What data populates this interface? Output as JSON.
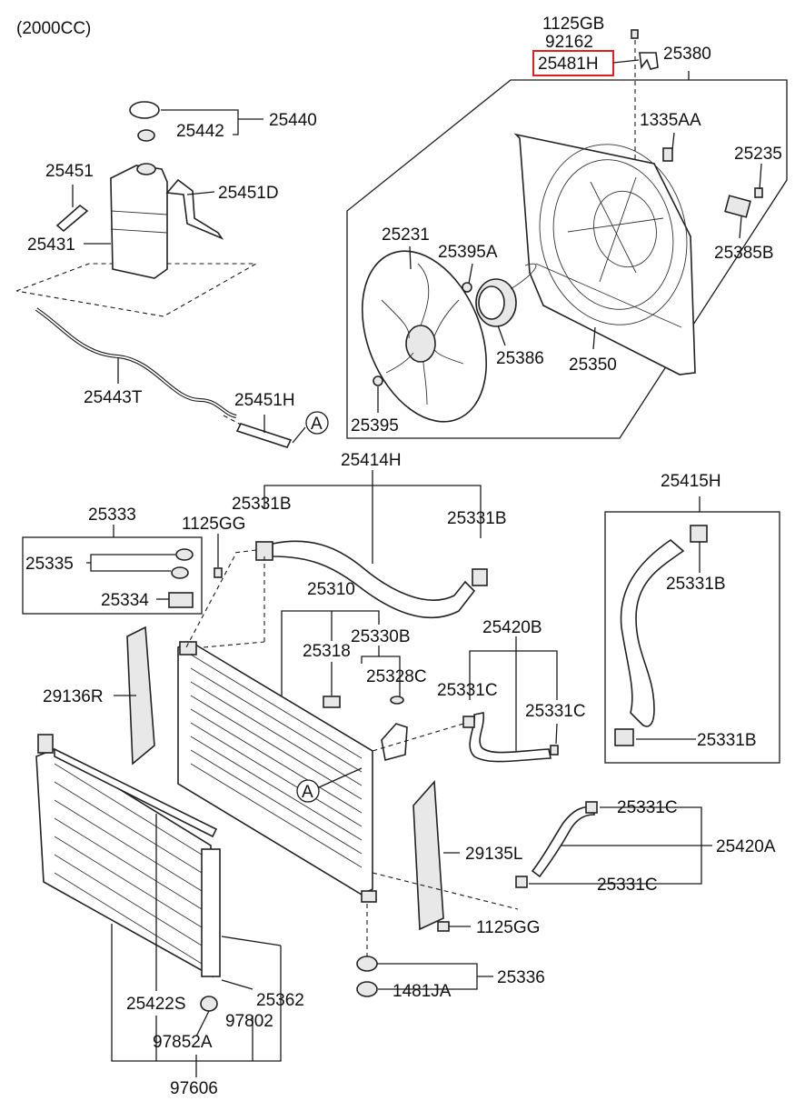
{
  "header": {
    "engine": "(2000CC)"
  },
  "highlight_color": "#e02020",
  "ref_marker": "A",
  "labels": {
    "p1125GB": "1125GB",
    "p92162": "92162",
    "p25481H": "25481H",
    "p25380": "25380",
    "p25440": "25440",
    "p25442": "25442",
    "p1335AA": "1335AA",
    "p25235": "25235",
    "p25451": "25451",
    "p25451D": "25451D",
    "p25431": "25431",
    "p25231": "25231",
    "p25395A": "25395A",
    "p25385B": "25385B",
    "p25386": "25386",
    "p25350": "25350",
    "p25443T": "25443T",
    "p25451H": "25451H",
    "p25395": "25395",
    "p25414H": "25414H",
    "p25415H": "25415H",
    "p25333": "25333",
    "p25331B_a": "25331B",
    "p1125GG_a": "1125GG",
    "p25331B_b": "25331B",
    "p25335": "25335",
    "p25331B_c": "25331B",
    "p25334": "25334",
    "p25310": "25310",
    "p25420B": "25420B",
    "p25318": "25318",
    "p25330B": "25330B",
    "p29136R": "29136R",
    "p25328C": "25328C",
    "p25331C_a": "25331C",
    "p25331C_b": "25331C",
    "p25331B_d": "25331B",
    "p25331C_c": "25331C",
    "p29135L": "29135L",
    "p25420A": "25420A",
    "p25331C_d": "25331C",
    "p1125GG_b": "1125GG",
    "p25336": "25336",
    "p1481JA": "1481JA",
    "p25362": "25362",
    "p25422S": "25422S",
    "p97802": "97802",
    "p97852A": "97852A",
    "p97606": "97606"
  }
}
